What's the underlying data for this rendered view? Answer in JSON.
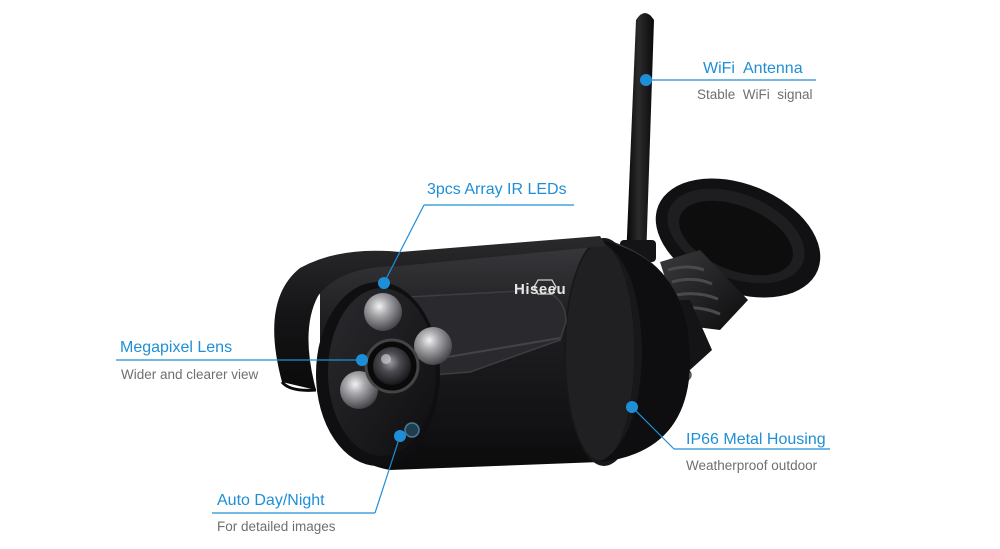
{
  "brand": {
    "logo_text": "Hiseeu"
  },
  "colors": {
    "accent": "#1e8fd6",
    "subtext": "#6f6f6f",
    "camera_body": "#1b1b1d"
  },
  "callouts": {
    "wifi": {
      "title": "WiFi  Antenna",
      "subtitle": "Stable  WiFi  signal"
    },
    "ir": {
      "title": "3pcs Array IR LEDs"
    },
    "lens": {
      "title": "Megapixel Lens",
      "subtitle": "Wider and clearer view"
    },
    "housing": {
      "title": "IP66 Metal Housing",
      "subtitle": "Weatherproof outdoor"
    },
    "daynight": {
      "title": "Auto Day/Night",
      "subtitle": "For detailed images"
    }
  }
}
